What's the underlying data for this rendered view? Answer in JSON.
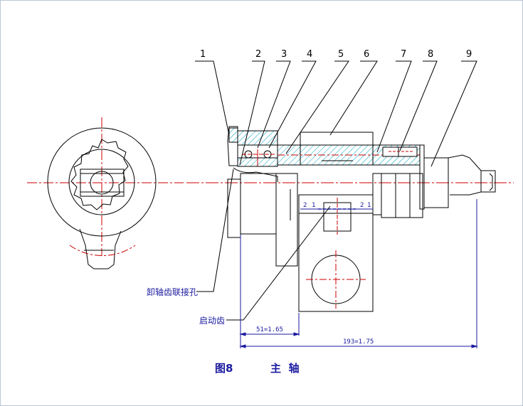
{
  "part_labels": [
    "1",
    "2",
    "3",
    "4",
    "5",
    "6",
    "7",
    "8",
    "9"
  ],
  "annotations": {
    "hole": "卸轴齿联接孔",
    "gear": "启动齿"
  },
  "dimensions": {
    "short": "51=1.65",
    "long": "193=1.75"
  },
  "fit_marks": [
    "2",
    "1",
    "2",
    "1"
  ],
  "caption": {
    "figure": "图8",
    "title": "主  轴"
  },
  "colors": {
    "outline": "#000000",
    "centerline": "#cc0000",
    "dimension": "#1a1aa0",
    "hatch": "#00a0c0",
    "frame": "#b9c6d6"
  }
}
